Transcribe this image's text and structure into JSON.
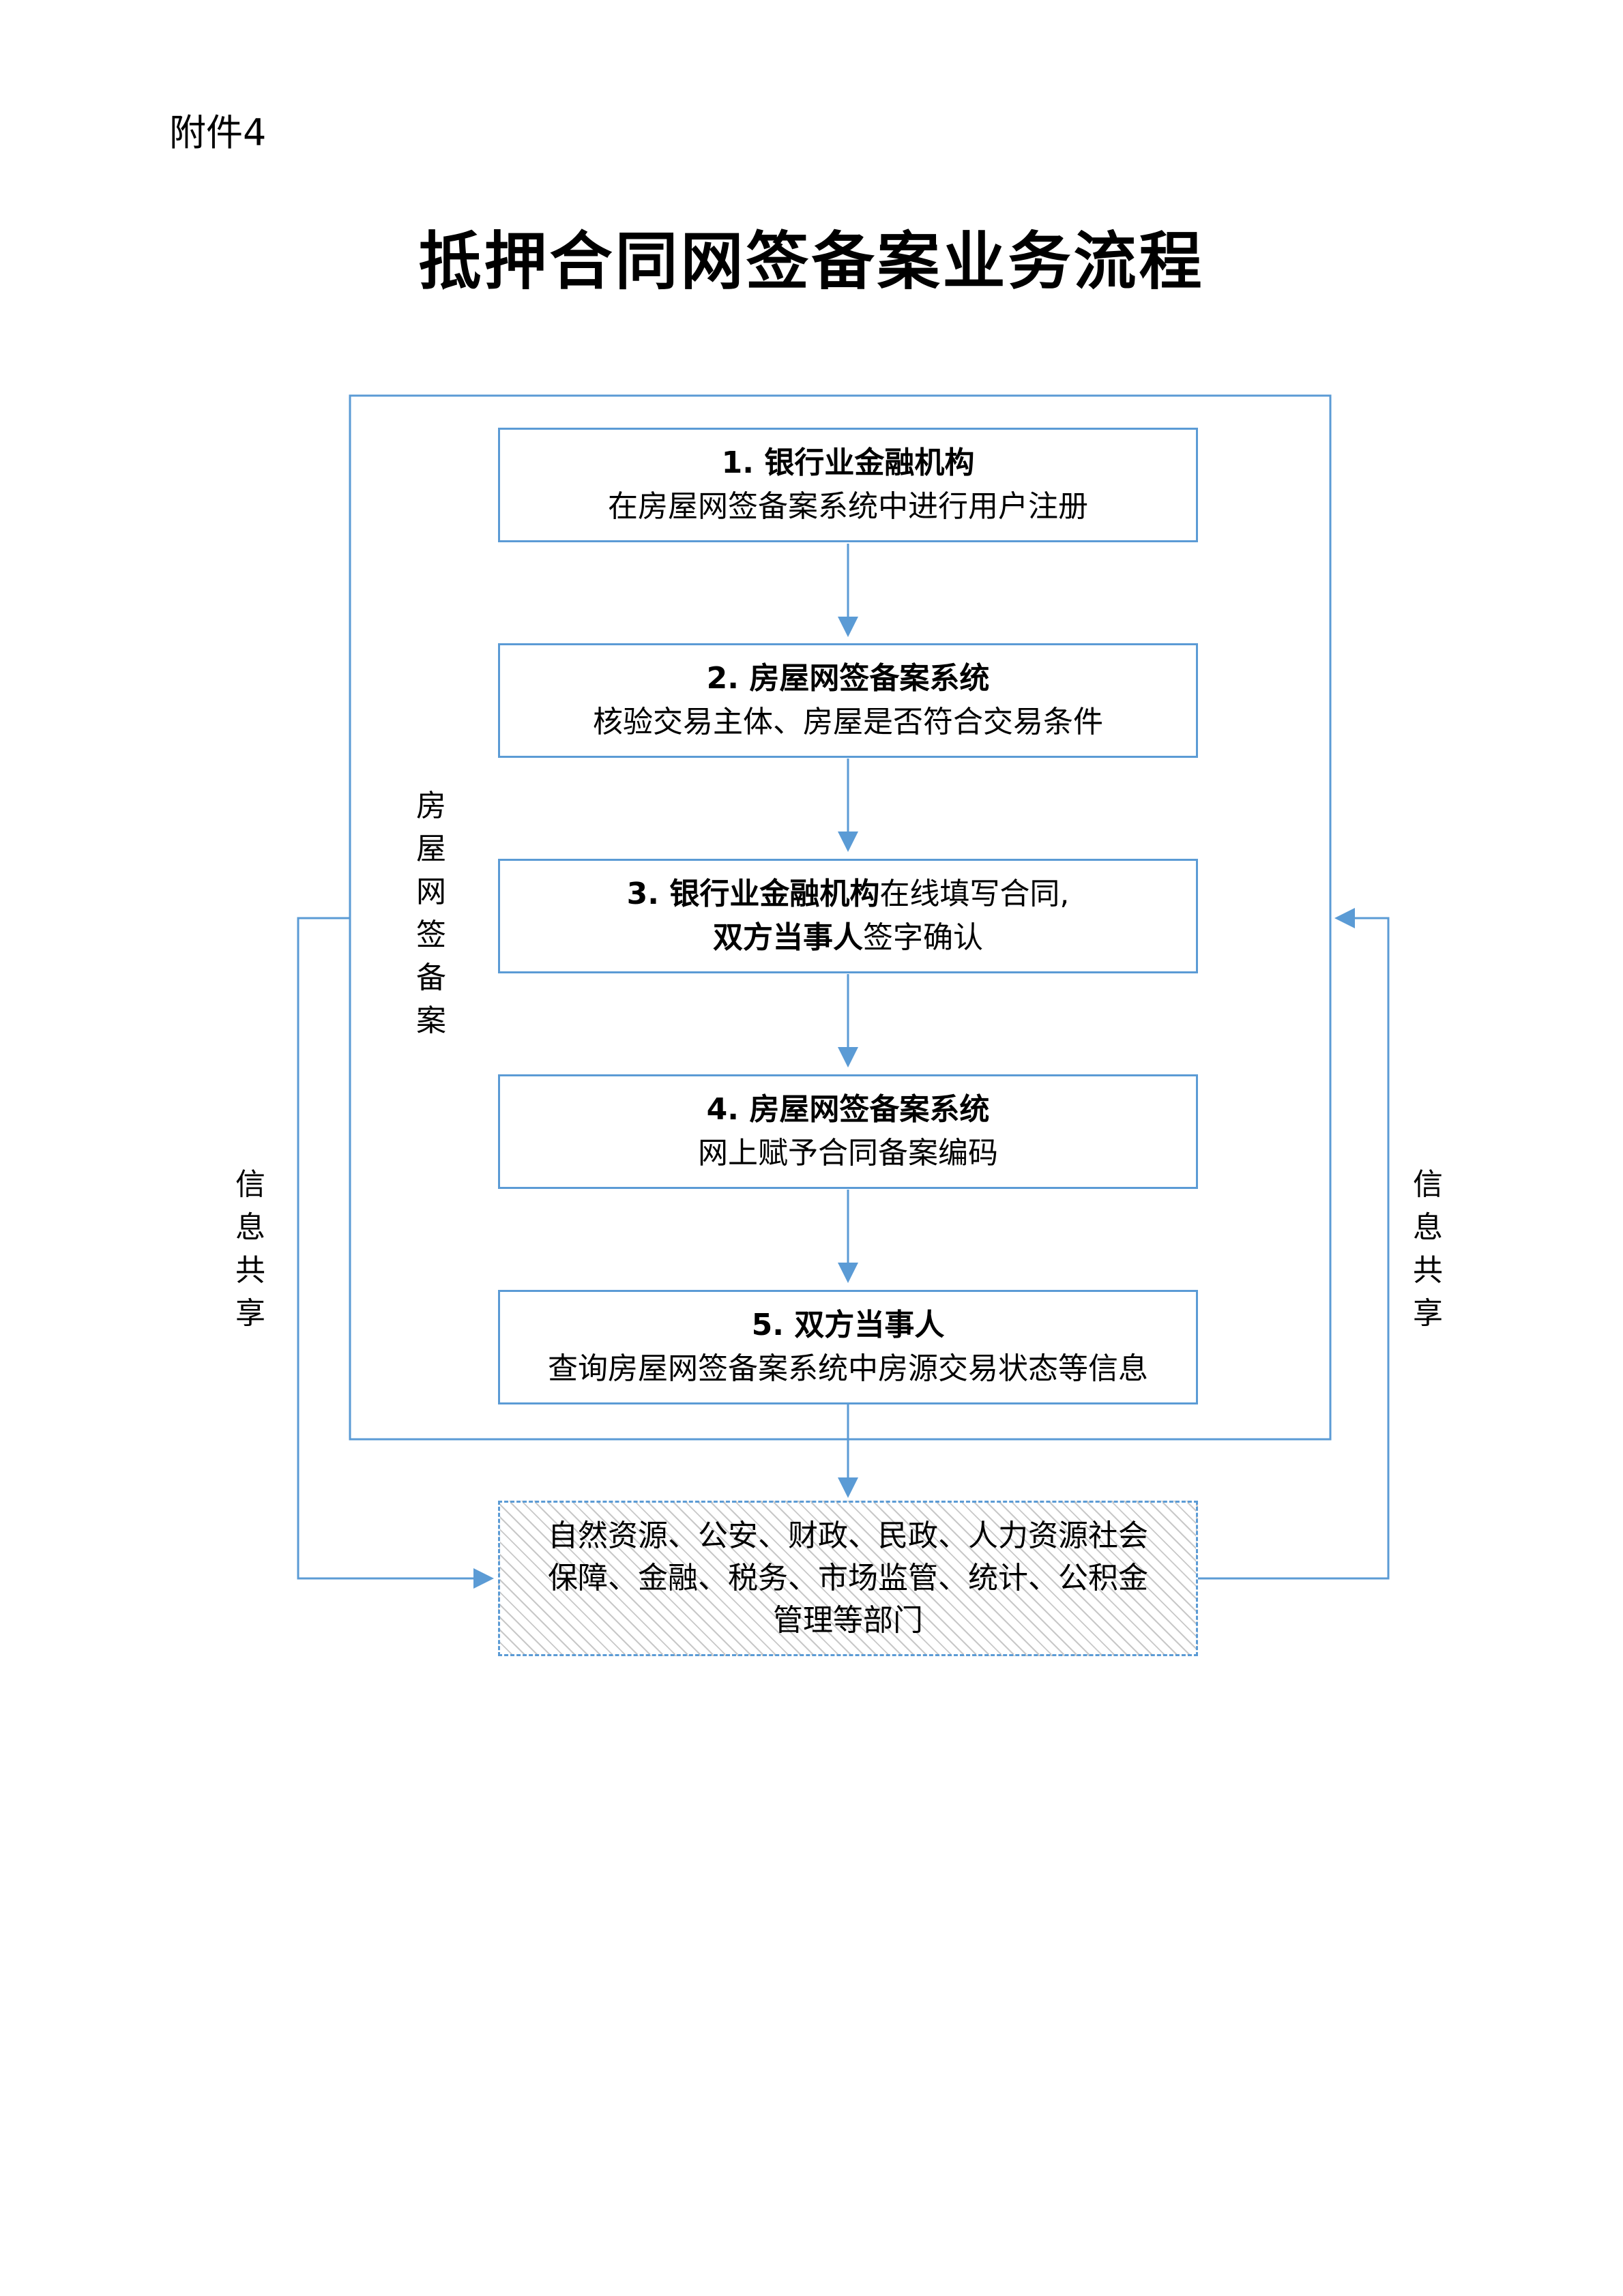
{
  "attachment_label": "附件4",
  "title": "抵押合同网签备案业务流程",
  "side_label": [
    "房",
    "屋",
    "网",
    "签",
    "备",
    "案"
  ],
  "info_share_left": [
    "信",
    "息",
    "共",
    "享"
  ],
  "info_share_right": [
    "信",
    "息",
    "共",
    "享"
  ],
  "steps": [
    {
      "line1": "1. 银行业金融机构",
      "line2": "在房屋网签备案系统中进行用户注册"
    },
    {
      "line1": "2. 房屋网签备案系统",
      "line2": "核验交易主体、房屋是否符合交易条件"
    },
    {
      "line1a_bold": "3. 银行业金融机构",
      "line1b": "在线填写合同,",
      "line2a_bold": "双方当事人",
      "line2b": "签字确认"
    },
    {
      "line1": "4. 房屋网签备案系统",
      "line2": "网上赋予合同备案编码"
    },
    {
      "line1": "5. 双方当事人",
      "line2": "查询房屋网签备案系统中房源交易状态等信息"
    }
  ],
  "departments": [
    "自然资源、公安、财政、民政、人力资源社会",
    "保障、金融、税务、市场监管、统计、公积金",
    "管理等部门"
  ],
  "colors": {
    "line": "#5b9bd5"
  }
}
